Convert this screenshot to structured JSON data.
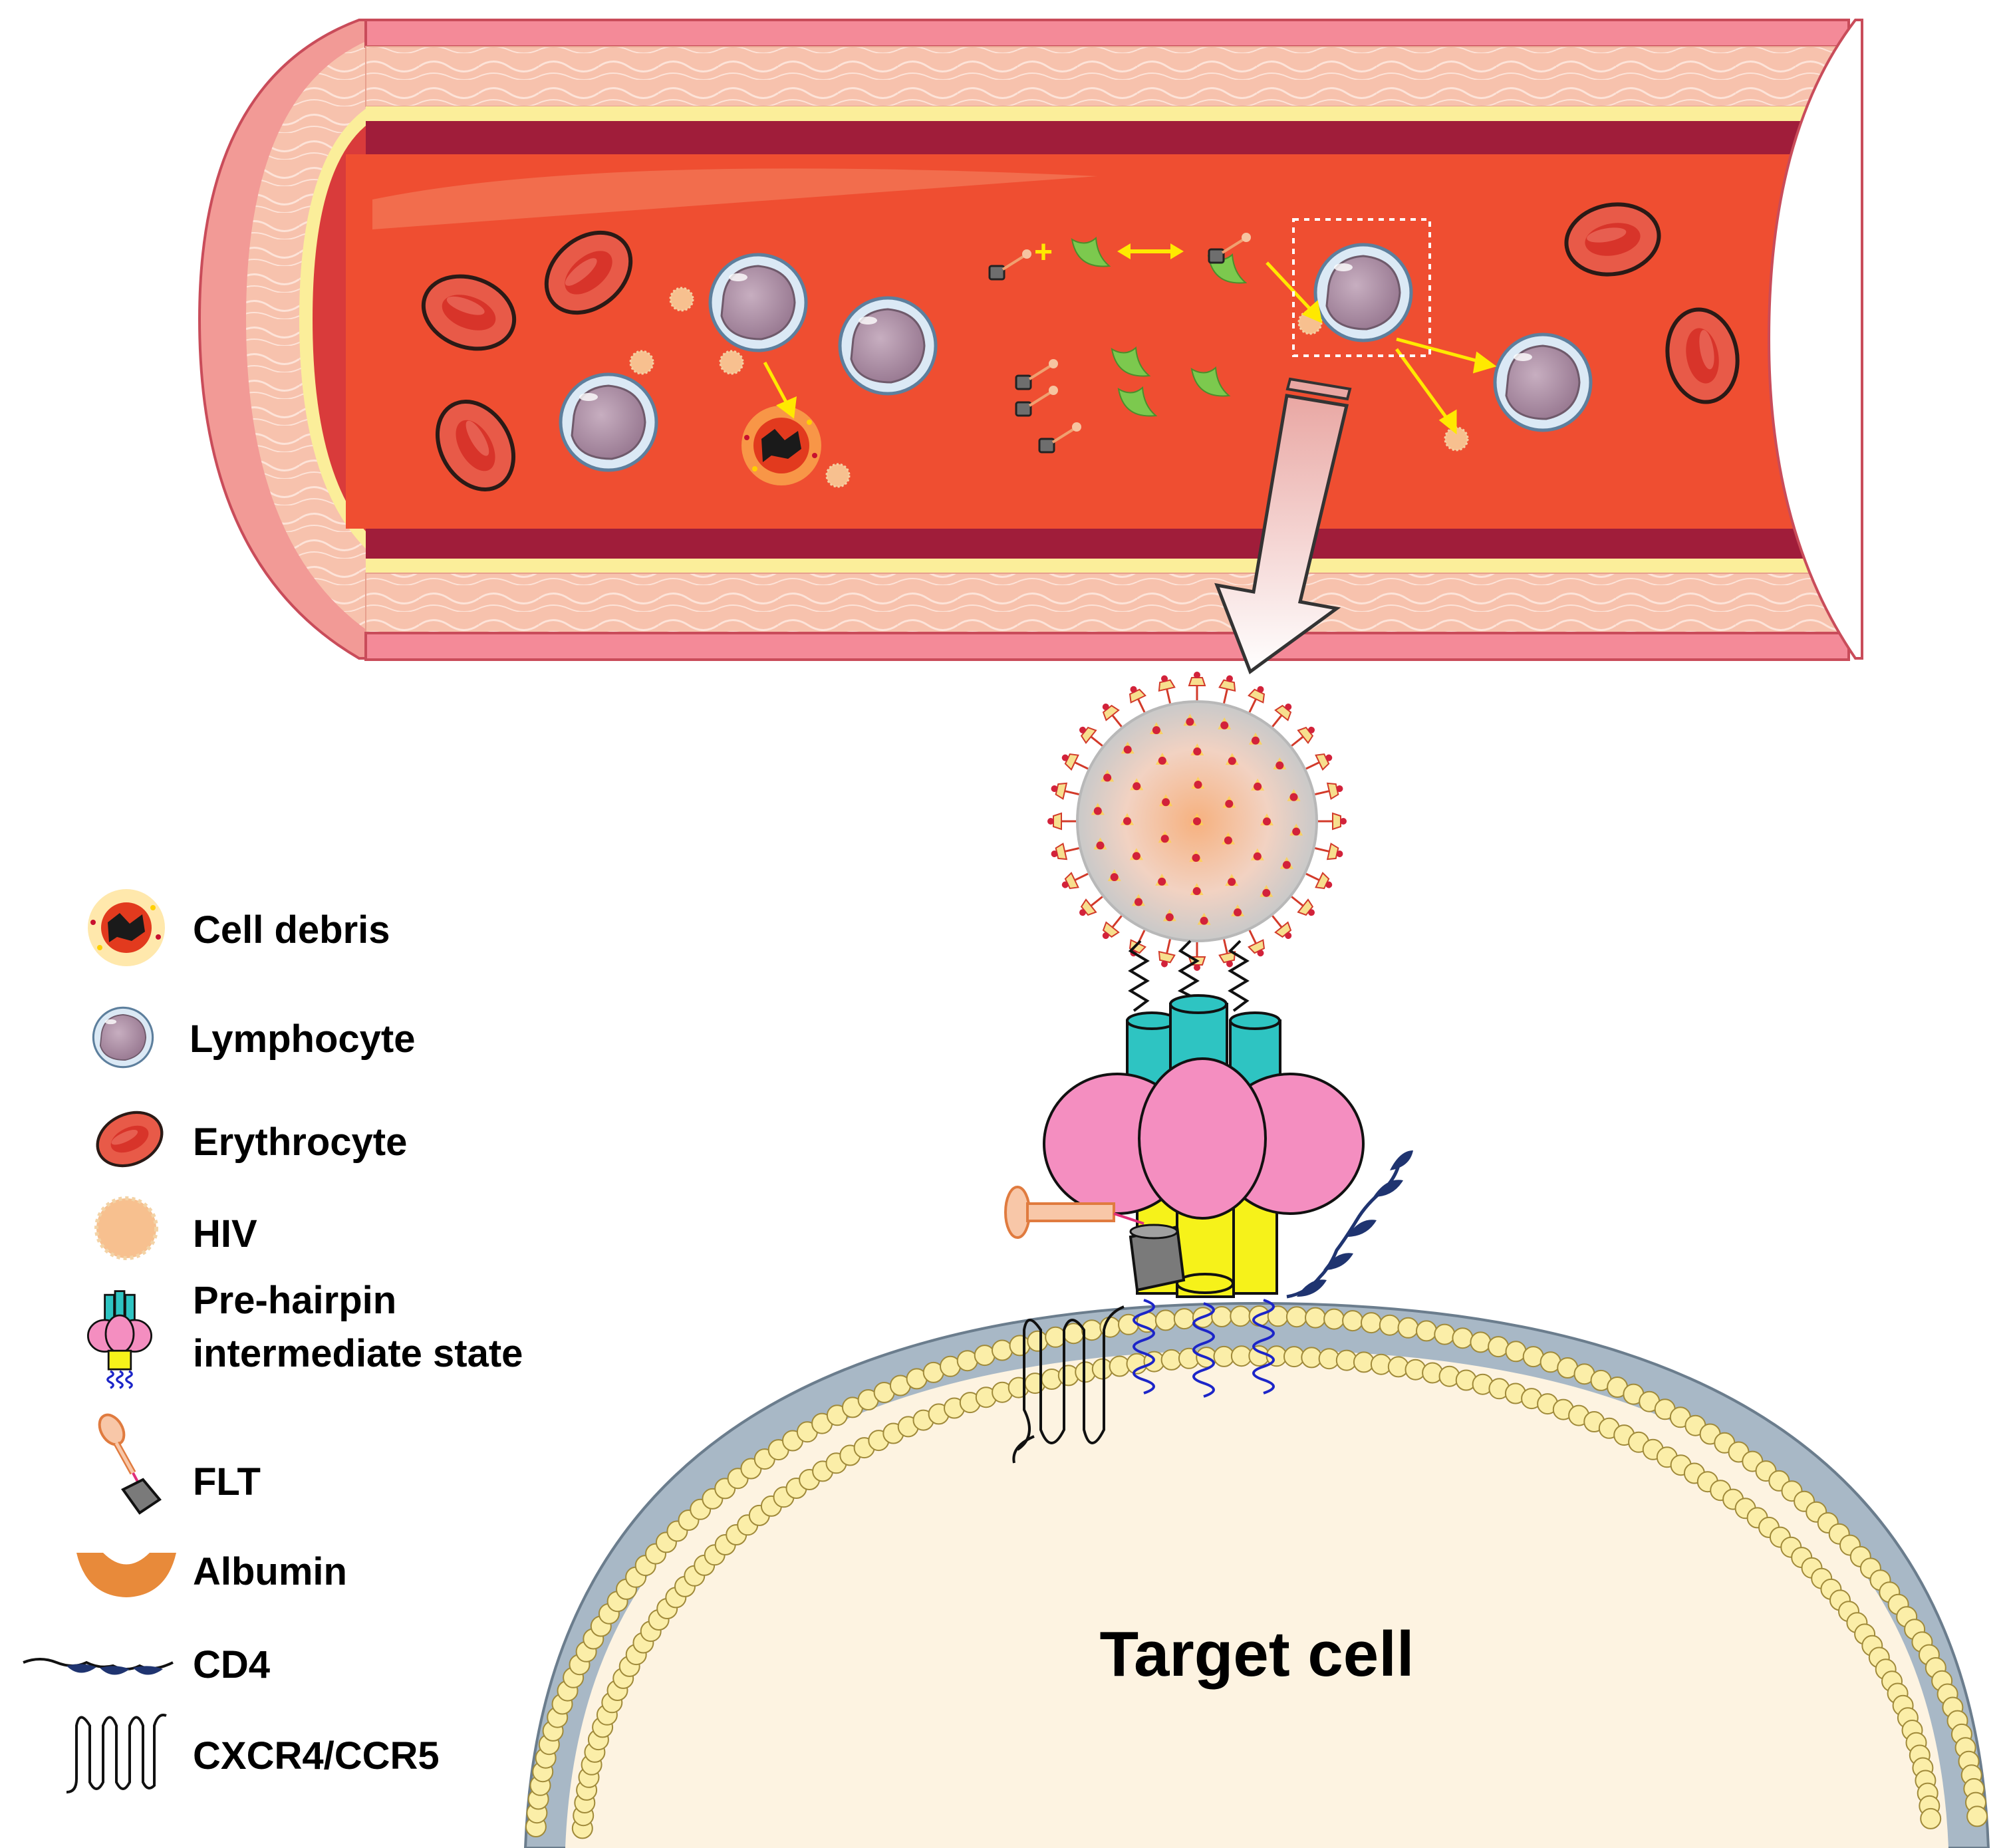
{
  "target_cell_label": "Target cell",
  "legend": {
    "cell_debris": "Cell debris",
    "lymphocyte": "Lymphocyte",
    "erythrocyte": "Erythrocyte",
    "hiv": "HIV",
    "pre_hairpin_line1": "Pre-hairpin",
    "pre_hairpin_line2": "intermediate state",
    "flt": "FLT",
    "albumin": "Albumin",
    "cd4": "CD4",
    "coreceptor": "CXCR4/CCR5"
  },
  "colors": {
    "vessel_lumen": "#ef4e31",
    "vessel_wall": "#f5b5a0",
    "erythrocyte": "#e85a48",
    "lymphocyte": "#b496ac",
    "membrane_head": "#fbeea8",
    "cell_interior": "#fdf3e1",
    "albumin": "#e88a3a",
    "albumin_in_vessel": "#7cc94e",
    "arrow": "#ffe900",
    "gp41_top": "#2ec4c2",
    "gp120": "#f48ec0",
    "gp41_bottom": "#f6f21a",
    "coreceptor_helix": "#1c25c8",
    "cd4": "#1f3470"
  }
}
